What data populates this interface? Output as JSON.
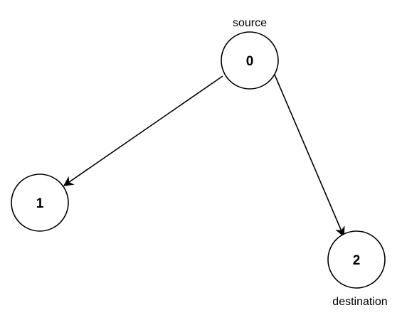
{
  "diagram": {
    "nodes": [
      {
        "id": "0",
        "label": "0",
        "caption": "source"
      },
      {
        "id": "1",
        "label": "1",
        "caption": ""
      },
      {
        "id": "2",
        "label": "2",
        "caption": "destination"
      }
    ],
    "edges": [
      {
        "from": "0",
        "to": "1"
      },
      {
        "from": "0",
        "to": "2"
      }
    ],
    "colors": {
      "stroke": "#000000",
      "fill": "#ffffff",
      "text": "#000000"
    }
  }
}
